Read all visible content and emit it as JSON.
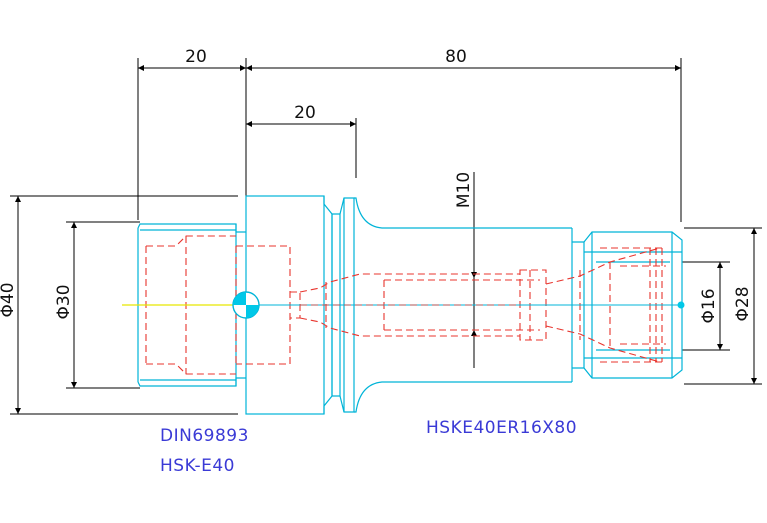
{
  "dimensions": {
    "top_left_length": "20",
    "overall_length": "80",
    "flange_length": "20",
    "outer_diameter": "Φ40",
    "shank_diameter": "Φ30",
    "thread": "M10",
    "collet_bore": "Φ16",
    "nut_diameter": "Φ28"
  },
  "labels": {
    "standard": "DIN69893",
    "interface": "HSK-E40",
    "part_number": "HSKE40ER16X80"
  },
  "colors": {
    "outline": "#00b4d8",
    "hidden": "#e8342d",
    "dimension": "#000000",
    "text_blue": "#3a3ad6",
    "center": "#e6e600"
  }
}
